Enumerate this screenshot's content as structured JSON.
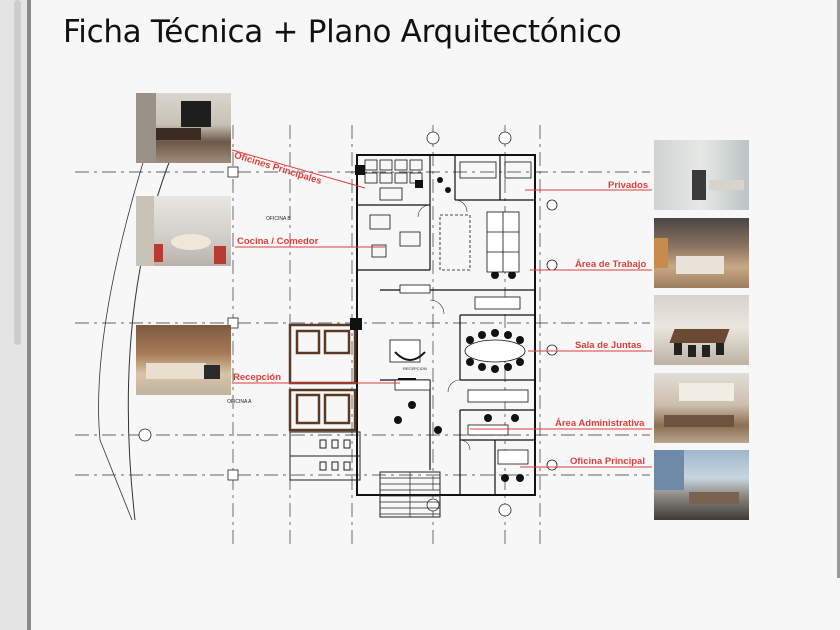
{
  "slide": {
    "title": "Ficha Técnica + Plano Arquitectónico"
  },
  "callouts": {
    "oficinas_principales": "Oficines Principales",
    "cocina_comedor": "Cocina / Comedor",
    "recepcion": "Recepción",
    "privados": "Privados",
    "area_trabajo": "Área de Trabajo",
    "sala_juntas": "Sala de Juntas",
    "area_administrativa": "Área Administrativa",
    "oficina_principal": "Oficina Principal"
  },
  "plan_labels": {
    "oficina_b": "OFICINA B",
    "oficina_a": "OFICINA A",
    "recepcion": "RECEPCION"
  },
  "colors": {
    "callout": "#e23b3b",
    "plan_line": "#1a1a1a",
    "wall_fill": "#5a3a24"
  }
}
